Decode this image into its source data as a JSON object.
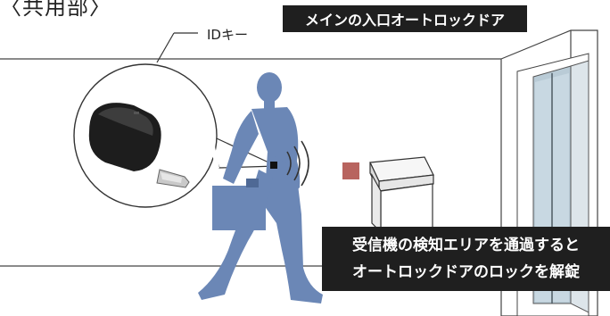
{
  "section_label": "〈共用部〉",
  "title_banner": "メインの入口オートロックドア",
  "key_label": "IDキー",
  "caption": {
    "line1": "受信機の検知エリアを通過すると",
    "line2": "オートロックドアのロックを解錠"
  },
  "colors": {
    "silhouette": "#6b87b6",
    "banner_bg": "#1f1f1f",
    "receiver_marker": "#b8645f",
    "elevator_panel": "#b9cbd6"
  }
}
